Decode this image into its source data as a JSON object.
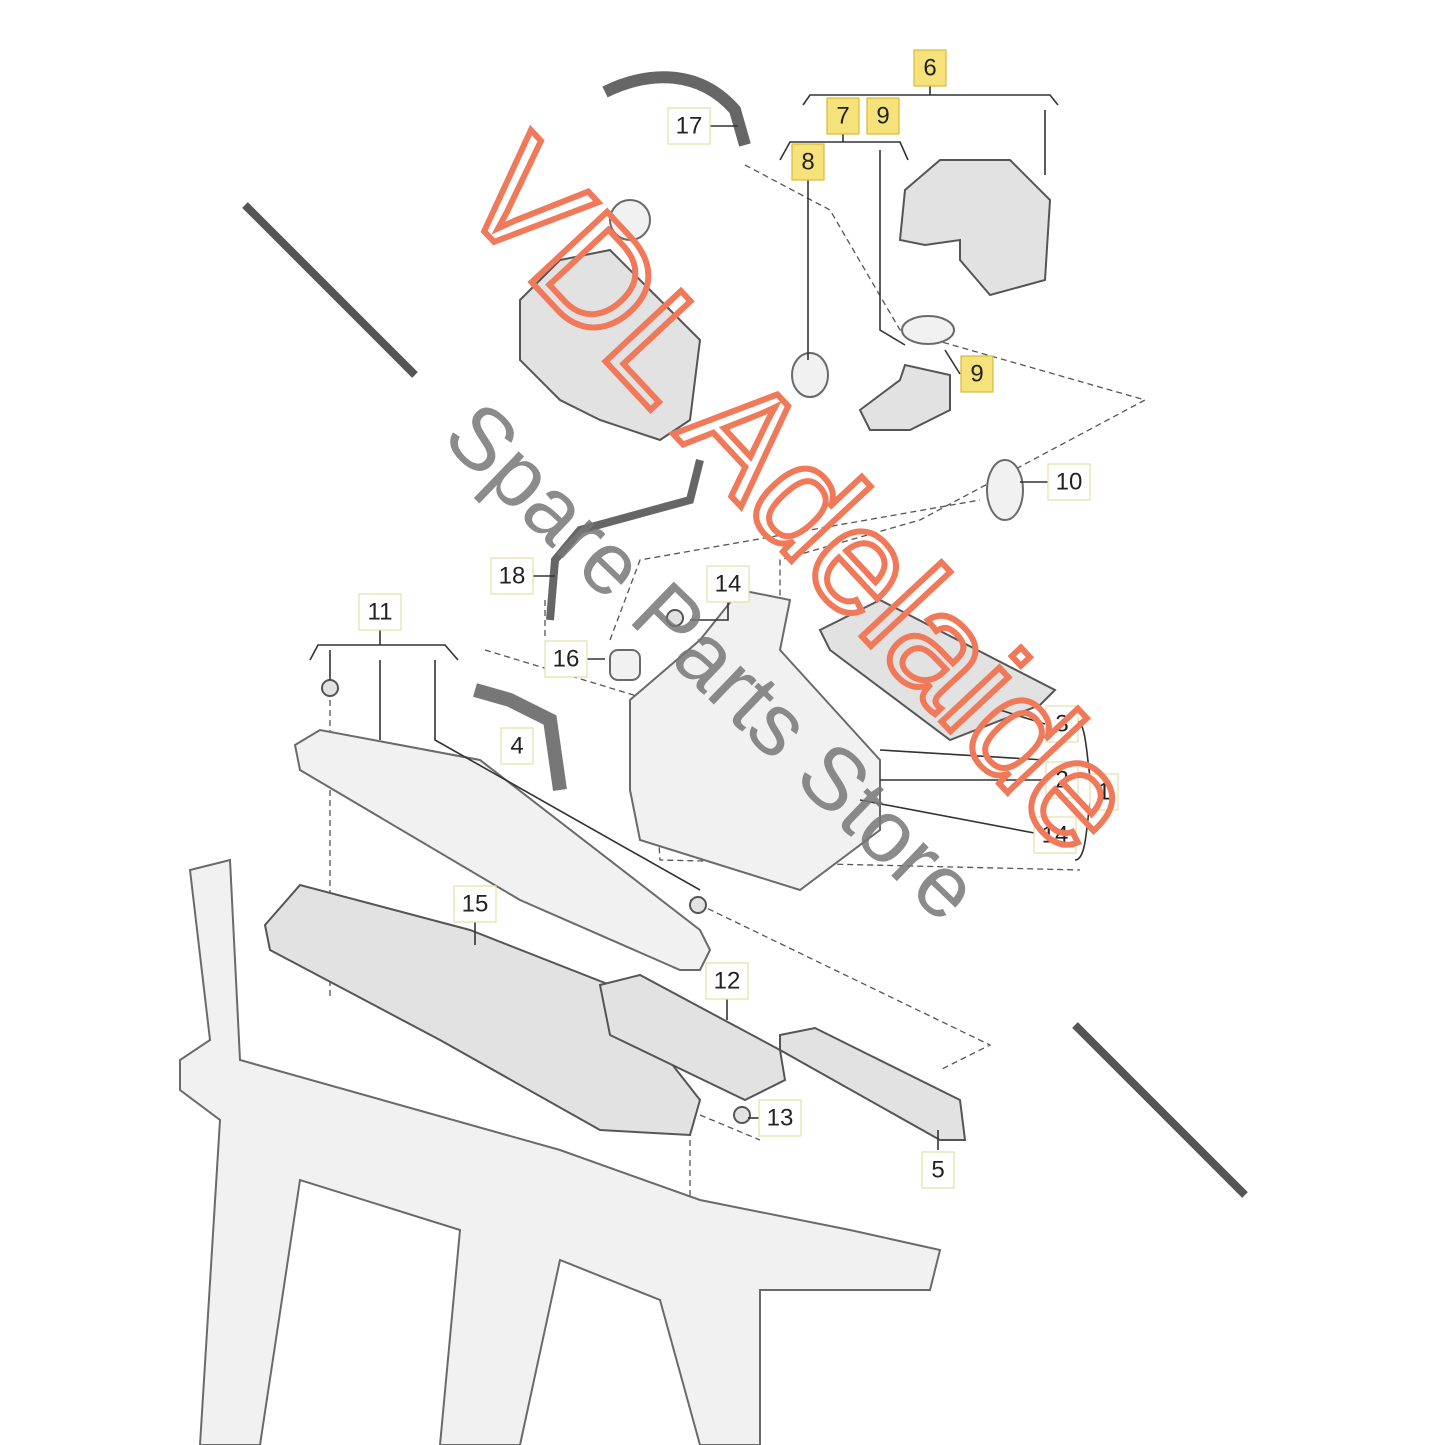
{
  "diagram": {
    "labels": {
      "p6": "6",
      "p7": "7",
      "p9a": "9",
      "p8": "8",
      "p17": "17",
      "p9b": "9",
      "p10": "10",
      "p18": "18",
      "p14a": "14",
      "p11": "11",
      "p16": "16",
      "p3": "3",
      "p4": "4",
      "p2": "2",
      "p1": "1",
      "p14b": "14",
      "p15": "15",
      "p12": "12",
      "p13": "13",
      "p5": "5"
    },
    "highlighted_labels": [
      "6",
      "7",
      "8",
      "9"
    ],
    "highlight_color": "#f6e27a",
    "watermark": {
      "primary": "VDL Adelaide",
      "secondary": "Spare Parts Store",
      "primary_color": "#f0795a",
      "secondary_color": "#777777"
    }
  }
}
